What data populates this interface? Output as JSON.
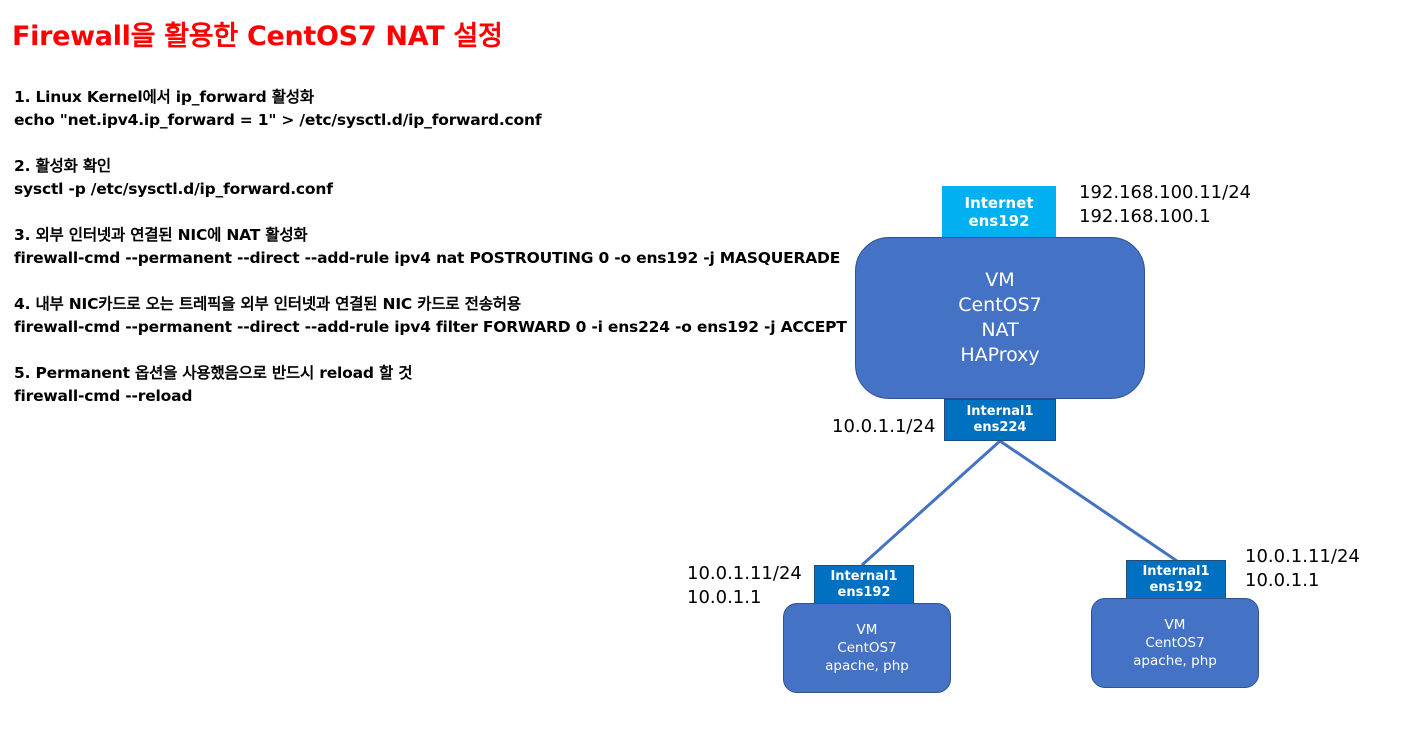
{
  "title": "Firewall을 활용한 CentOS7 NAT 설정",
  "steps": [
    {
      "heading": "1. Linux Kernel에서 ip_forward 활성화",
      "command": "echo \"net.ipv4.ip_forward = 1\" > /etc/sysctl.d/ip_forward.conf"
    },
    {
      "heading": "2. 활성화 확인",
      "command": "sysctl -p /etc/sysctl.d/ip_forward.conf"
    },
    {
      "heading": "3. 외부 인터넷과 연결된 NIC에 NAT 활성화",
      "command": "firewall-cmd --permanent --direct --add-rule ipv4 nat POSTROUTING 0 -o ens192 -j MASQUERADE"
    },
    {
      "heading": "4. 내부 NIC카드로 오는 트레픽을 외부 인터넷과 연결된 NIC 카드로 전송허용",
      "command": "firewall-cmd --permanent --direct --add-rule ipv4 filter FORWARD 0 -i ens224 -o ens192 -j ACCEPT"
    },
    {
      "heading": "5. Permanent 옵션을 사용했음으로 반드시 reload 할 것",
      "command": "firewall-cmd --reload"
    }
  ],
  "diagram": {
    "colors": {
      "internet_nic": "#00b0f0",
      "internal_nic": "#0070c0",
      "vm": "#4472c4",
      "link": "#4472c4",
      "title": "#ff0000"
    },
    "gateway": {
      "internet_nic": {
        "line1": "Internet",
        "line2": "ens192"
      },
      "internet_addr": {
        "line1": "192.168.100.11/24",
        "line2": "192.168.100.1"
      },
      "vm": {
        "line1": "VM",
        "line2": "CentOS7",
        "line3": "NAT",
        "line4": "HAProxy"
      },
      "internal_nic": {
        "line1": "Internal1",
        "line2": "ens224"
      },
      "internal_addr": "10.0.1.1/24"
    },
    "web_left": {
      "nic": {
        "line1": "Internal1",
        "line2": "ens192"
      },
      "addr": {
        "line1": "10.0.1.11/24",
        "line2": "10.0.1.1"
      },
      "vm": {
        "line1": "VM",
        "line2": "CentOS7",
        "line3": "apache, php"
      }
    },
    "web_right": {
      "nic": {
        "line1": "Internal1",
        "line2": "ens192"
      },
      "addr": {
        "line1": "10.0.1.11/24",
        "line2": "10.0.1.1"
      },
      "vm": {
        "line1": "VM",
        "line2": "CentOS7",
        "line3": "apache, php"
      }
    }
  }
}
